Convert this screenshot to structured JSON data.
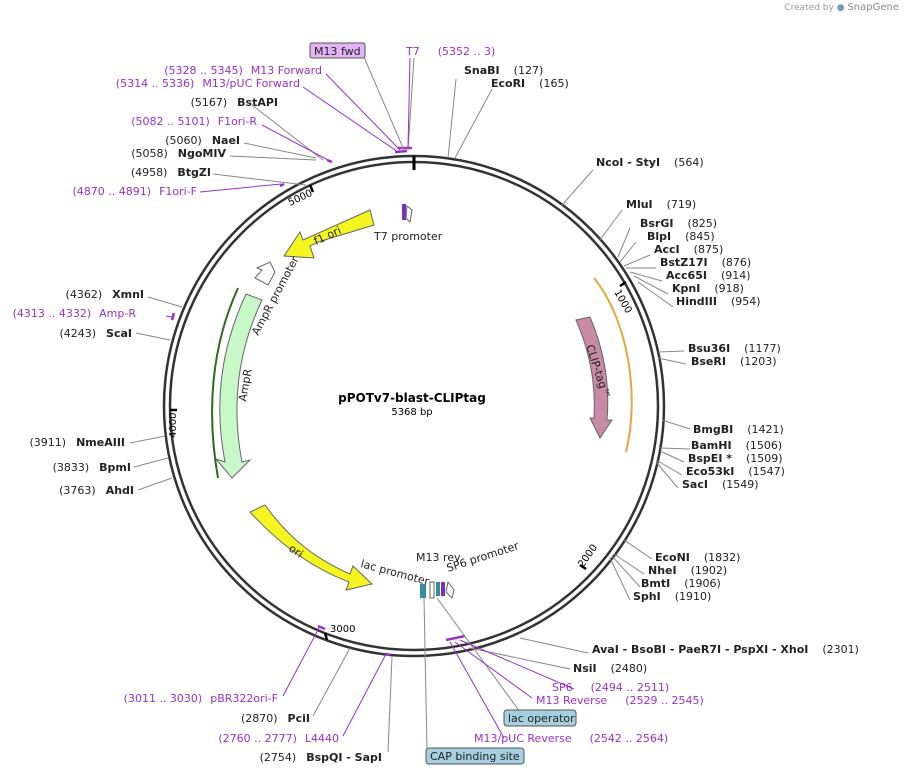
{
  "credit": {
    "prefix": "Created by",
    "brand": "SnapGene"
  },
  "plasmid": {
    "name": "pPOTv7-blast-CLIPtag",
    "size_label": "5368 bp",
    "length": 5368
  },
  "ticks": [
    "1000",
    "2000",
    "3000",
    "4000",
    "5000"
  ],
  "features": [
    {
      "name": "f1 ori",
      "color": "#f5f520"
    },
    {
      "name": "AmpR promoter",
      "color": "#ffffff"
    },
    {
      "name": "AmpR",
      "color": "#c8f7c8"
    },
    {
      "name": "ori",
      "color": "#f5f520"
    },
    {
      "name": "CLIP-tag™",
      "color": "#c88aa4"
    },
    {
      "name": "T7 promoter",
      "color": "#ffffff"
    },
    {
      "name": "lac promoter",
      "color": "#ffffff"
    },
    {
      "name": "M13 rev",
      "color": "#ffffff"
    },
    {
      "name": "SP6 promoter",
      "color": "#ffffff"
    }
  ],
  "sites_right": [
    {
      "name": "SnaBI",
      "pos": "(127)"
    },
    {
      "name": "EcoRI",
      "pos": "(165)"
    },
    {
      "name": "NcoI  - StyI",
      "pos": "(564)"
    },
    {
      "name": "MluI",
      "pos": "(719)"
    },
    {
      "name": "BsrGI",
      "pos": "(825)"
    },
    {
      "name": "BlpI",
      "pos": "(845)"
    },
    {
      "name": "AccI",
      "pos": "(875)"
    },
    {
      "name": "BstZ17I",
      "pos": "(876)"
    },
    {
      "name": "Acc65I",
      "pos": "(914)"
    },
    {
      "name": "KpnI",
      "pos": "(918)"
    },
    {
      "name": "HindIII",
      "pos": "(954)"
    },
    {
      "name": "Bsu36I",
      "pos": "(1177)"
    },
    {
      "name": "BseRI",
      "pos": "(1203)"
    },
    {
      "name": "BmgBI",
      "pos": "(1421)"
    },
    {
      "name": "BamHI",
      "pos": "(1506)"
    },
    {
      "name": "BspEI *",
      "pos": "(1509)"
    },
    {
      "name": "Eco53kI",
      "pos": "(1547)"
    },
    {
      "name": "SacI",
      "pos": "(1549)"
    },
    {
      "name": "EcoNI",
      "pos": "(1832)"
    },
    {
      "name": "NheI",
      "pos": "(1902)"
    },
    {
      "name": "BmtI",
      "pos": "(1906)"
    },
    {
      "name": "SphI",
      "pos": "(1910)"
    },
    {
      "name": "AvaI  - BsoBI  - PaeR7I  - PspXI  - XhoI",
      "pos": "(2301)"
    },
    {
      "name": "NsiI",
      "pos": "(2480)"
    }
  ],
  "sites_left": [
    {
      "name": "BstAPI",
      "pos": "(5167)"
    },
    {
      "name": "NaeI",
      "pos": "(5060)"
    },
    {
      "name": "NgoMIV",
      "pos": "(5058)"
    },
    {
      "name": "BtgZI",
      "pos": "(4958)"
    },
    {
      "name": "XmnI",
      "pos": "(4362)"
    },
    {
      "name": "ScaI",
      "pos": "(4243)"
    },
    {
      "name": "NmeAIII",
      "pos": "(3911)"
    },
    {
      "name": "BpmI",
      "pos": "(3833)"
    },
    {
      "name": "AhdI",
      "pos": "(3763)"
    },
    {
      "name": "PciI",
      "pos": "(2870)"
    },
    {
      "name": "BspQI  - SapI",
      "pos": "(2754)"
    }
  ],
  "primers": [
    {
      "name": "T7",
      "pos": "(5352 .. 3)"
    },
    {
      "name": "M13 Forward",
      "pos": "(5328 .. 5345)"
    },
    {
      "name": "M13/pUC Forward",
      "pos": "(5314 .. 5336)"
    },
    {
      "name": "F1ori-R",
      "pos": "(5082 .. 5101)"
    },
    {
      "name": "F1ori-F",
      "pos": "(4870 .. 4891)"
    },
    {
      "name": "Amp-R",
      "pos": "(4313 .. 4332)"
    },
    {
      "name": "pBR322ori-F",
      "pos": "(3011 .. 3030)"
    },
    {
      "name": "L4440",
      "pos": "(2760 .. 2777)"
    },
    {
      "name": "SP6",
      "pos": "(2494 .. 2511)"
    },
    {
      "name": "M13 Reverse",
      "pos": "(2529 .. 2545)"
    },
    {
      "name": "M13/pUC Reverse",
      "pos": "(2542 .. 2564)"
    }
  ],
  "boxed": [
    {
      "name": "M13 fwd",
      "color": "#e3b3f5"
    },
    {
      "name": "lac operator",
      "color": "#a6d0e0"
    },
    {
      "name": "CAP binding site",
      "color": "#a6d0e0"
    }
  ]
}
